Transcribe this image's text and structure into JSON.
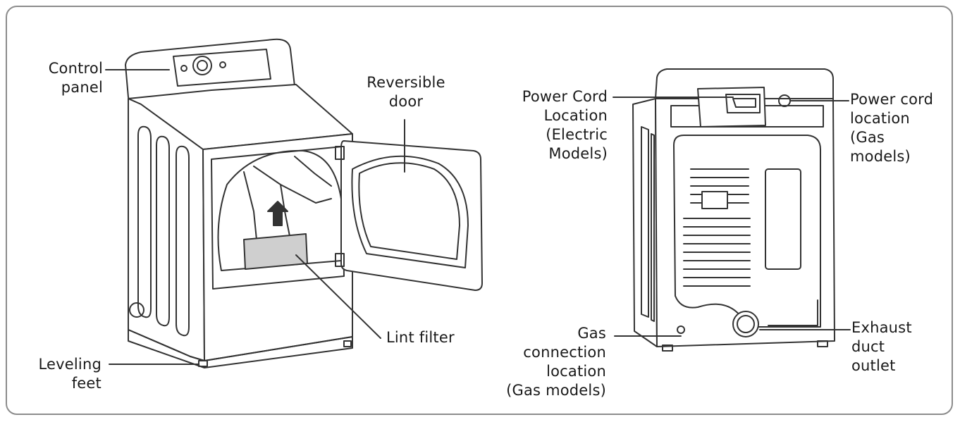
{
  "labels": {
    "control_panel": "Control\npanel",
    "reversible_door": "Reversible\ndoor",
    "lint_filter": "Lint filter",
    "leveling_feet": "Leveling\nfeet",
    "power_cord_electric": "Power Cord\nLocation\n(Electric\nModels)",
    "power_cord_gas": "Power cord\nlocation\n(Gas\nmodels)",
    "gas_connection": "Gas\nconnection\nlocation\n(Gas models)",
    "exhaust_duct": "Exhaust\nduct\noutlet"
  },
  "colors": {
    "line": "#333333",
    "frame": "#8c8c8c",
    "filter": "#cfcfcf"
  }
}
